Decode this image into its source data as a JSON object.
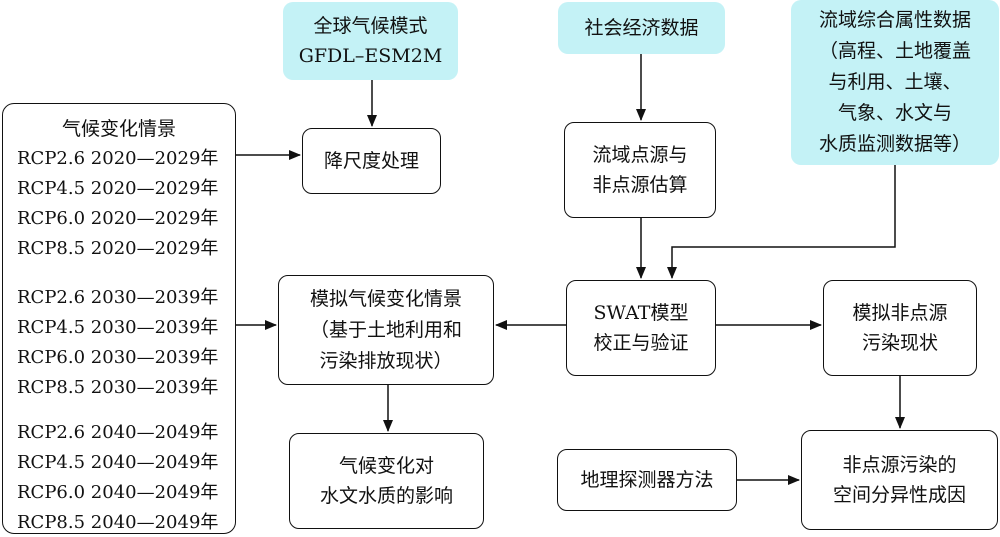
{
  "nodes": {
    "gcm": {
      "lines": [
        "全球气候模式",
        "GFDL–ESM2M"
      ]
    },
    "socio": {
      "lines": [
        "社会经济数据"
      ]
    },
    "attr": {
      "lines": [
        "流域综合属性数据",
        "（高程、土地覆盖",
        "与利用、土壤、",
        "气象、水文与",
        "水质监测数据等）"
      ]
    },
    "downscale": {
      "lines": [
        "降尺度处理"
      ]
    },
    "pointsrc": {
      "lines": [
        "流域点源与",
        "非点源估算"
      ]
    },
    "swat": {
      "lines": [
        "SWAT模型",
        "校正与验证"
      ]
    },
    "simclimate": {
      "lines": [
        "模拟气候变化情景",
        "（基于土地利用和",
        "污染排放现状）"
      ]
    },
    "simnps": {
      "lines": [
        "模拟非点源",
        "污染现状"
      ]
    },
    "impact": {
      "lines": [
        "气候变化对",
        "水文水质的影响"
      ]
    },
    "geodetector": {
      "lines": [
        "地理探测器方法"
      ]
    },
    "cause": {
      "lines": [
        "非点源污染的",
        "空间分异性成因"
      ]
    }
  },
  "scenarios": {
    "title": "气候变化情景",
    "groups": [
      [
        "RCP2.6  2020—2029年",
        "RCP4.5  2020—2029年",
        "RCP6.0  2020—2029年",
        "RCP8.5  2020—2029年"
      ],
      [
        "RCP2.6  2030—2039年",
        "RCP4.5  2030—2039年",
        "RCP6.0  2030—2039年",
        "RCP8.5  2030—2039年"
      ],
      [
        "RCP2.6  2040—2049年",
        "RCP4.5  2040—2049年",
        "RCP6.0  2040—2049年",
        "RCP8.5  2040—2049年"
      ]
    ]
  },
  "colors": {
    "highlight": "#c4f2f6",
    "stroke": "#111111"
  }
}
